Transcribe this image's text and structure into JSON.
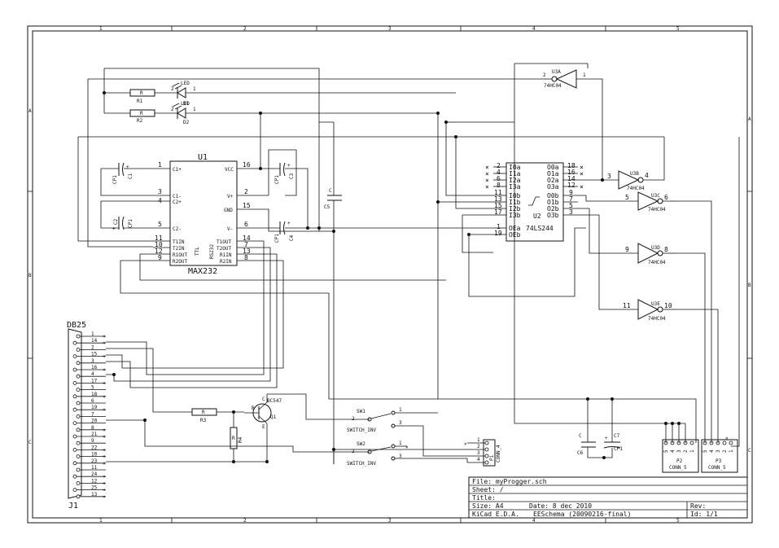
{
  "frame": {
    "cols": [
      "1",
      "2",
      "3",
      "4",
      "5"
    ],
    "rows": [
      "A",
      "B",
      "C"
    ]
  },
  "title_block": {
    "file": "File: myProgger.sch",
    "sheet": "Sheet: /",
    "title": "Title:",
    "size": "Size: A4",
    "date": "Date: 8 dec 2010",
    "rev": "Rev:",
    "tool": "KiCad E.D.A.",
    "app": "EESchema (20090216-final)",
    "id": "Id: 1/1"
  },
  "u1": {
    "ref": "U1",
    "value": "MAX232",
    "pins_left": [
      {
        "num": "1",
        "name": "C1+"
      },
      {
        "num": "3",
        "name": "C1-"
      },
      {
        "num": "4",
        "name": "C2+"
      },
      {
        "num": "5",
        "name": "C2-"
      },
      {
        "num": "11",
        "name": "T1IN"
      },
      {
        "num": "10",
        "name": "T2IN"
      },
      {
        "num": "12",
        "name": "R1OUT"
      },
      {
        "num": "9",
        "name": "R2OUT"
      }
    ],
    "pins_right": [
      {
        "num": "16",
        "name": "VCC"
      },
      {
        "num": "2",
        "name": "V+"
      },
      {
        "num": "15",
        "name": "GND"
      },
      {
        "num": "6",
        "name": "V-"
      },
      {
        "num": "14",
        "name": "T1OUT"
      },
      {
        "num": "7",
        "name": "T2OUT"
      },
      {
        "num": "13",
        "name": "R1IN"
      },
      {
        "num": "8",
        "name": "R2IN"
      }
    ],
    "ttl": "TTL",
    "rs232": "RS232"
  },
  "u2": {
    "ref": "U2",
    "value": "74LS244",
    "pins_left": [
      {
        "num": "2",
        "name": "I0a"
      },
      {
        "num": "4",
        "name": "I1a"
      },
      {
        "num": "6",
        "name": "I2a"
      },
      {
        "num": "8",
        "name": "I3a"
      },
      {
        "num": "11",
        "name": "I0b"
      },
      {
        "num": "13",
        "name": "I1b"
      },
      {
        "num": "15",
        "name": "I2b"
      },
      {
        "num": "17",
        "name": "I3b"
      },
      {
        "num": "1",
        "name": "OEa"
      },
      {
        "num": "19",
        "name": "OEb"
      }
    ],
    "pins_right": [
      {
        "num": "18",
        "name": "O0a"
      },
      {
        "num": "16",
        "name": "O1a"
      },
      {
        "num": "14",
        "name": "O2a"
      },
      {
        "num": "12",
        "name": "O3a"
      },
      {
        "num": "9",
        "name": "O0b"
      },
      {
        "num": "7",
        "name": "O1b"
      },
      {
        "num": "5",
        "name": "O2b"
      },
      {
        "num": "3",
        "name": "O3b"
      }
    ]
  },
  "inverters": [
    {
      "ref": "U3A",
      "value": "74HC04",
      "in": "1",
      "out": "2"
    },
    {
      "ref": "U3B",
      "value": "74HC04",
      "in": "3",
      "out": "4"
    },
    {
      "ref": "U3C",
      "value": "74HC04",
      "in": "5",
      "out": "6"
    },
    {
      "ref": "U3D",
      "value": "74HC04",
      "in": "9",
      "out": "8"
    },
    {
      "ref": "U3E",
      "value": "74HC04",
      "in": "11",
      "out": "10"
    }
  ],
  "leds": [
    {
      "ref": "D1",
      "value": "LED",
      "pin_a": "2",
      "pin_k": "1",
      "r": "R1",
      "r_value": "R"
    },
    {
      "ref": "D2",
      "value": "LED",
      "pin_a": "2",
      "pin_k": "1",
      "r": "R2",
      "r_value": "R"
    }
  ],
  "caps": {
    "c1": {
      "ref": "C1",
      "value": "CP1"
    },
    "c2": {
      "ref": "C2",
      "value": "CP1"
    },
    "c3": {
      "ref": "C3",
      "value": "CP1"
    },
    "c4": {
      "ref": "C4",
      "value": "CP1"
    },
    "c5": {
      "ref": "C5",
      "value": "C"
    },
    "c6": {
      "ref": "C6",
      "value": "C"
    },
    "c7": {
      "ref": "C7",
      "value": "CP1"
    }
  },
  "transistor": {
    "ref": "Q1",
    "value": "BC547",
    "b": "B",
    "c": "C",
    "e": "E"
  },
  "resistors": {
    "r3": {
      "ref": "R3",
      "value": "R"
    },
    "r4": {
      "ref": "R4",
      "value": "R"
    }
  },
  "switches": [
    {
      "ref": "SW1",
      "value": "SWITCH_INV",
      "p1": "1",
      "p2": "2",
      "p3": "3"
    },
    {
      "ref": "SW2",
      "value": "SWITCH_INV",
      "p1": "1",
      "p2": "2",
      "p3": "3"
    }
  ],
  "connectors": {
    "db25": {
      "title": "DB25",
      "ref": "J1",
      "pins": [
        "1",
        "14",
        "2",
        "15",
        "3",
        "16",
        "4",
        "17",
        "5",
        "18",
        "6",
        "19",
        "7",
        "20",
        "8",
        "21",
        "9",
        "22",
        "10",
        "23",
        "11",
        "24",
        "12",
        "25",
        "13"
      ]
    },
    "p1": {
      "ref": "P1",
      "value": "CONN_4",
      "pins": [
        "1",
        "2",
        "3",
        "4"
      ]
    },
    "p2": {
      "ref": "P2",
      "value": "CONN_5",
      "pins": [
        "5",
        "4",
        "3",
        "2",
        "1"
      ]
    },
    "p3": {
      "ref": "P3",
      "value": "CONN_5",
      "pins": [
        "5",
        "4",
        "3",
        "2",
        "1"
      ]
    }
  }
}
